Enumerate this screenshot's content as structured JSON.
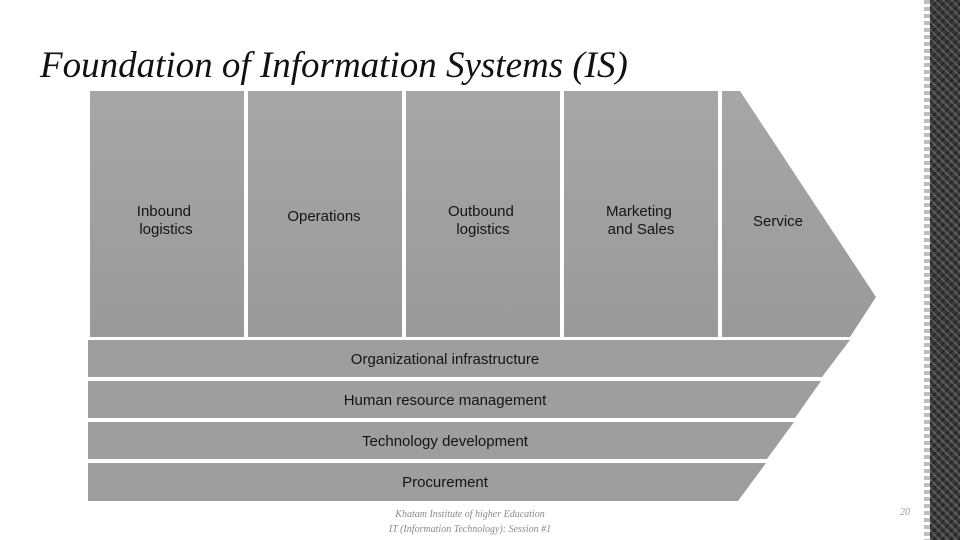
{
  "slide": {
    "title": "Foundation of Information Systems (IS)",
    "footer": {
      "line1": "Khatam Institute of higher Education",
      "line2": "IT (Information Technology): Session #1"
    },
    "page_number": "20"
  },
  "value_chain": {
    "primary_activities": [
      {
        "lines": [
          "Inbound",
          "logistics"
        ]
      },
      {
        "lines": [
          "Operations"
        ]
      },
      {
        "lines": [
          "Outbound",
          "logistics"
        ]
      },
      {
        "lines": [
          "Marketing",
          "and Sales"
        ]
      },
      {
        "lines": [
          "Service"
        ]
      }
    ],
    "support_activities": [
      "Organizational infrastructure",
      "Human resource management",
      "Technology development",
      "Procurement"
    ]
  },
  "colors": {
    "block_fill": "#9e9e9e",
    "block_fill_dark": "#8f8f8f",
    "separator": "#f2f2f2",
    "text": "#141414"
  }
}
